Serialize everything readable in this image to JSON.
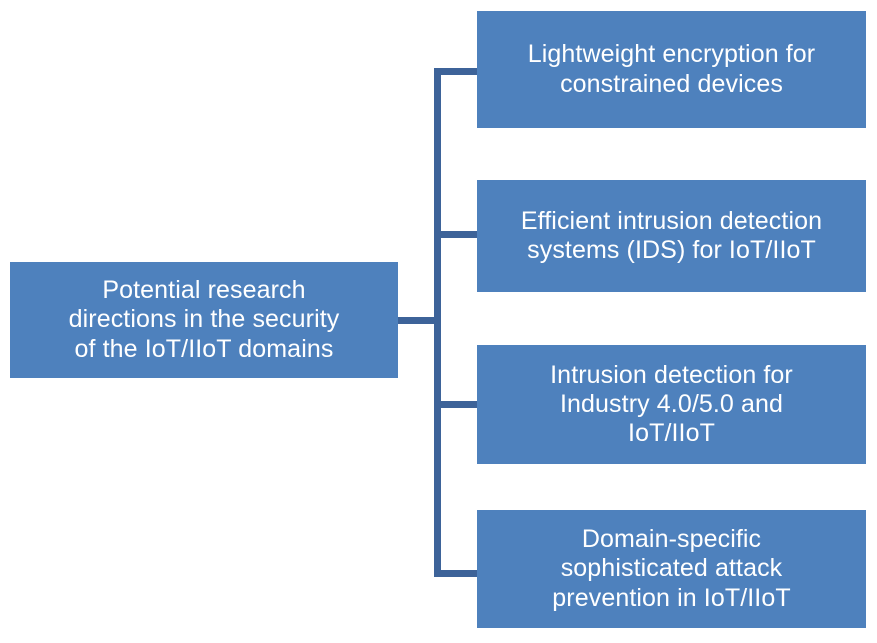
{
  "diagram": {
    "type": "tree",
    "orientation": "left-to-right",
    "colors": {
      "node_fill": "#4E81BD",
      "node_text": "#FFFFFF",
      "connector": "#3D6399",
      "background": "#FFFFFF"
    },
    "root": {
      "label": "Potential research\ndirections in the security\nof the IoT/IIoT domains",
      "plain_label": "Potential research directions in the security of the IoT/IIoT domains"
    },
    "children": [
      {
        "label": "Lightweight encryption for\nconstrained devices",
        "plain_label": "Lightweight encryption for constrained devices"
      },
      {
        "label": "Efficient intrusion detection\nsystems (IDS) for IoT/IIoT",
        "plain_label": "Efficient intrusion detection systems (IDS) for IoT/IIoT"
      },
      {
        "label": "Intrusion detection for\nIndustry 4.0/5.0 and\nIoT/IIoT",
        "plain_label": "Intrusion detection for Industry 4.0/5.0 and IoT/IIoT"
      },
      {
        "label": "Domain-specific\nsophisticated attack\nprevention in IoT/IIoT",
        "plain_label": "Domain-specific sophisticated attack prevention in IoT/IIoT"
      }
    ]
  }
}
